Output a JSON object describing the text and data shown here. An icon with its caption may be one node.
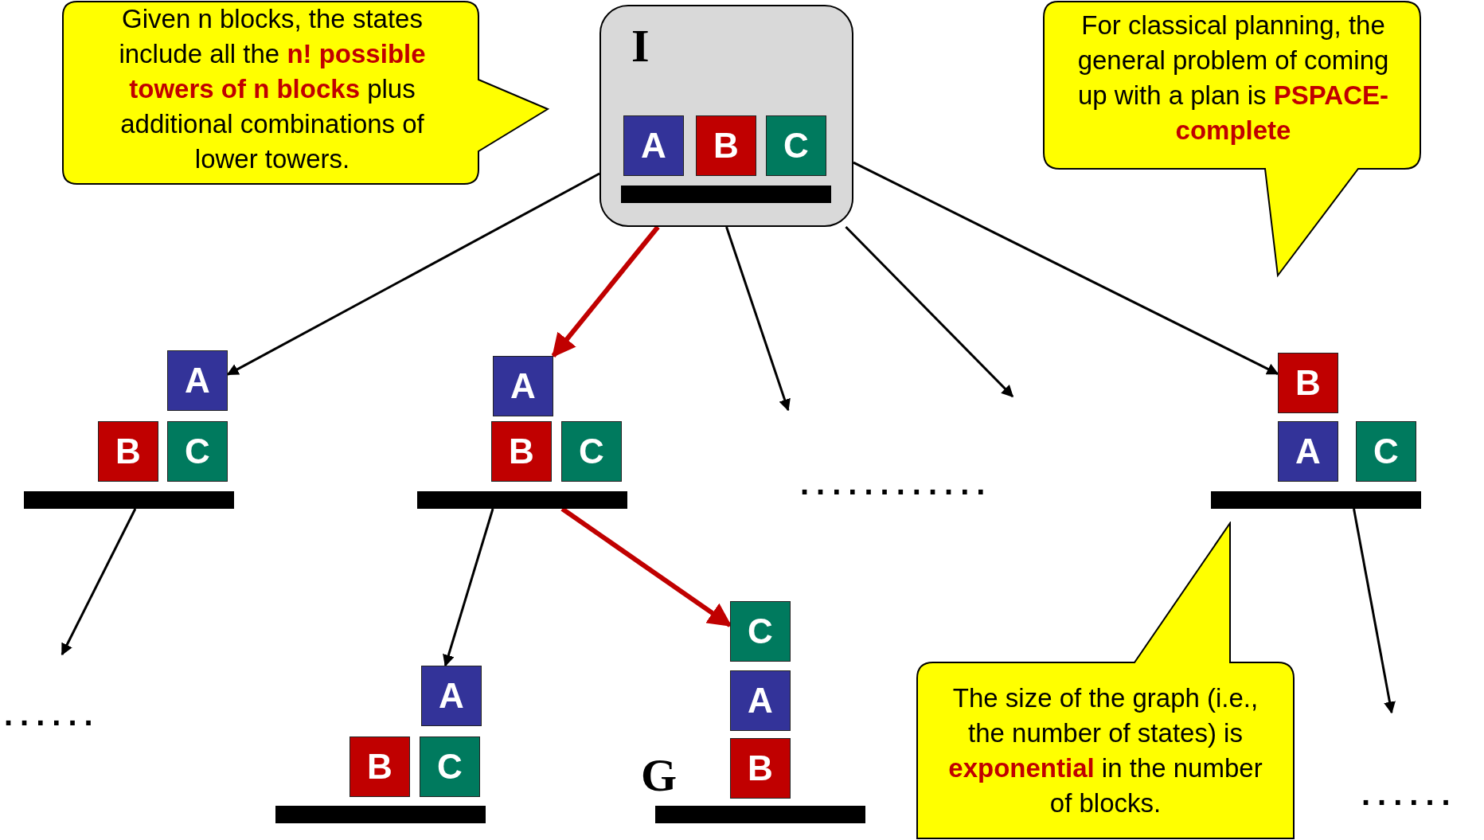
{
  "diagram": {
    "nodes": [
      {
        "text": [
          "I"
        ]
      },
      {
        "text": [
          "A"
        ],
        "in": 0
      },
      {
        "text": [
          "B"
        ],
        "in": 0
      },
      {
        "text": [
          "C"
        ],
        "in": 0
      },
      {
        "text": [],
        "shape": "bar",
        "in": 0
      },
      {
        "text": [
          "A"
        ]
      },
      {
        "text": [
          "B"
        ]
      },
      {
        "text": [
          "C"
        ]
      },
      {
        "text": [],
        "shape": "bar"
      },
      {
        "text": [
          "A"
        ]
      },
      {
        "text": [
          "B"
        ]
      },
      {
        "text": [
          "C"
        ]
      },
      {
        "text": [],
        "shape": "bar"
      },
      {
        "text": [
          "B"
        ]
      },
      {
        "text": [
          "A"
        ]
      },
      {
        "text": [
          "C"
        ]
      },
      {
        "text": [],
        "shape": "bar"
      },
      {
        "text": [
          "A"
        ]
      },
      {
        "text": [
          "B"
        ]
      },
      {
        "text": [
          "C"
        ]
      },
      {
        "text": [],
        "shape": "bar"
      },
      {
        "text": [
          "C"
        ]
      },
      {
        "text": [
          "A"
        ]
      },
      {
        "text": [
          "B"
        ]
      },
      {
        "text": [],
        "shape": "bar"
      },
      {
        "text": [
          "Given n blocks, the states include all the **n! possible towers of n blocks** plus additional combinations of lower towers."
        ]
      },
      {
        "text": [
          "For classical planning, the general problem of coming up with a plan is **PSPACE-complete**"
        ]
      },
      {
        "text": [
          "The size of the graph (i.e., the number of states) is **exponential** in the number of blocks."
        ]
      }
    ],
    "edges": [
      {
        "from": 0,
        "to": 5,
        "arrow": "to"
      },
      {
        "from": 0,
        "to": 9,
        "arrow": "to",
        "style": "thick",
        "color": "#c00000"
      },
      {
        "from": 0,
        "to": null,
        "arrow": "to"
      },
      {
        "from": 0,
        "to": null,
        "arrow": "to"
      },
      {
        "from": 0,
        "to": 13,
        "arrow": "to"
      },
      {
        "from": 8,
        "to": null,
        "arrow": "to"
      },
      {
        "from": 12,
        "to": 17,
        "arrow": "to"
      },
      {
        "from": 12,
        "to": 21,
        "arrow": "to",
        "style": "thick",
        "color": "#c00000"
      },
      {
        "from": 16,
        "to": null,
        "arrow": "to"
      }
    ],
    "labels": [
      "............",
      "......",
      "G",
      "......"
    ]
  }
}
